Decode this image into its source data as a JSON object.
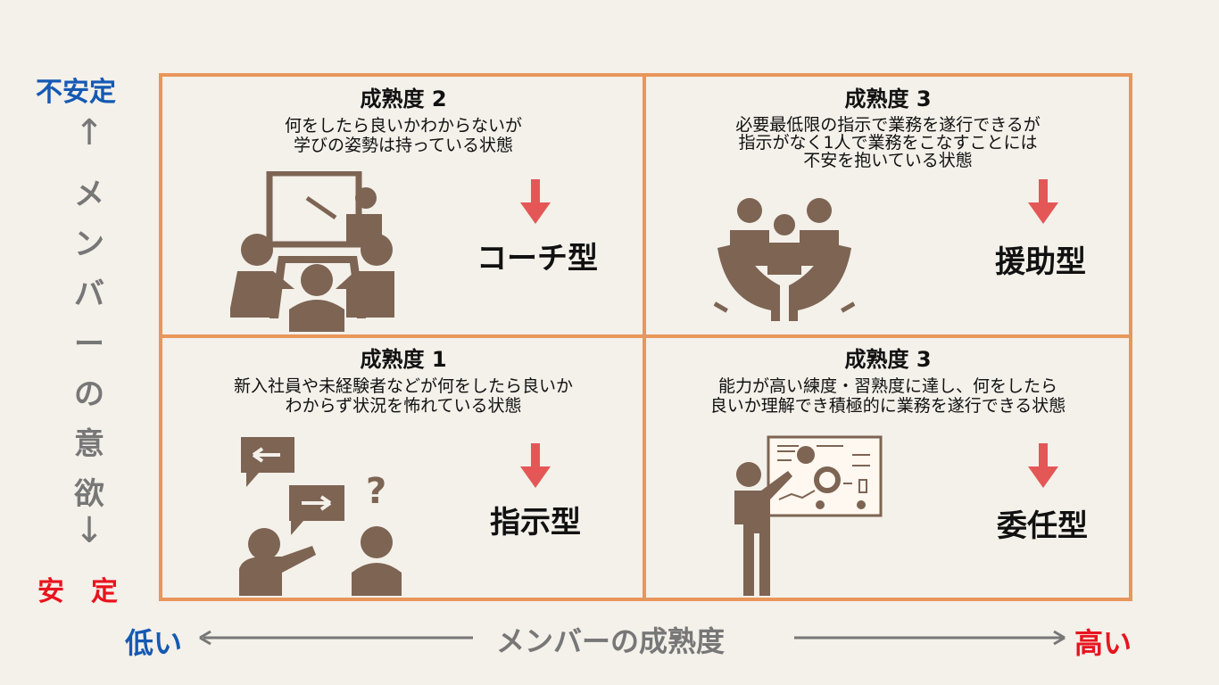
{
  "y_axis": {
    "top": "不安定",
    "bottom": "安　定",
    "title_chars": [
      "メ",
      "ン",
      "バ",
      "ー",
      "の",
      "意",
      "欲"
    ],
    "arrow_up": "↑",
    "arrow_down": "↓"
  },
  "x_axis": {
    "left": "低い",
    "right": "高い",
    "title": "メンバーの成熟度"
  },
  "quadrants": [
    {
      "title": "成熟度 2",
      "desc1": "何をしたら良いかわからないが",
      "desc2": "学びの姿勢は持っている状態",
      "desc3": "",
      "style": "コーチ型",
      "icon": "meeting-presentation-icon"
    },
    {
      "title": "成熟度 3",
      "desc1": "必要最低限の指示で業務を遂行できるが",
      "desc2": "指示がなく1人で業務をこなすことには",
      "desc3": "不安を抱いている状態",
      "style": "援助型",
      "icon": "support-hands-icon"
    },
    {
      "title": "成熟度 1",
      "desc1": "新入社員や未経験者などが何をしたら良いか",
      "desc2": "わからず状況を怖れている状態",
      "desc3": "",
      "style": "指示型",
      "icon": "instruction-question-icon"
    },
    {
      "title": "成熟度 3",
      "desc1": "能力が高い練度・習熟度に達し、何をしたら",
      "desc2": "良いか理解でき積極的に業務を遂行できる状態",
      "desc3": "",
      "style": "委任型",
      "icon": "presenter-board-icon"
    }
  ],
  "colors": {
    "border": "#e8965a",
    "icon": "#7d6453",
    "arrow": "#e45757",
    "blue": "#1459b4",
    "red": "#e8141e"
  }
}
